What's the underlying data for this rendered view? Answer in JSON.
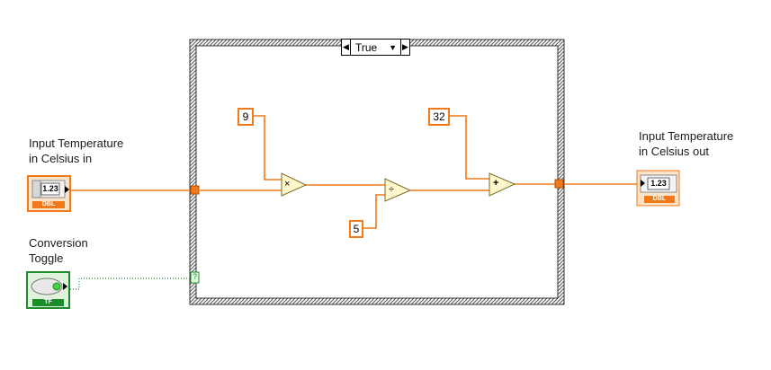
{
  "controls": {
    "temp_in_label": "Input Temperature\nin Celsius in",
    "toggle_label": "Conversion\nToggle",
    "temp_out_label": "Input Temperature\nin Celsius out",
    "numeric_glyph": "1.23",
    "numeric_type": "DBL",
    "boolean_type": "TF"
  },
  "case_structure": {
    "selector_value": "True",
    "selector_terminal": "?"
  },
  "constants": {
    "nine": "9",
    "five": "5",
    "thirty_two": "32"
  },
  "operators": {
    "multiply": "×",
    "divide": "÷",
    "add": "+"
  },
  "colors": {
    "numeric_wire": "#f07a1a",
    "boolean_wire": "#1c8c2c",
    "case_border": "#666666"
  }
}
